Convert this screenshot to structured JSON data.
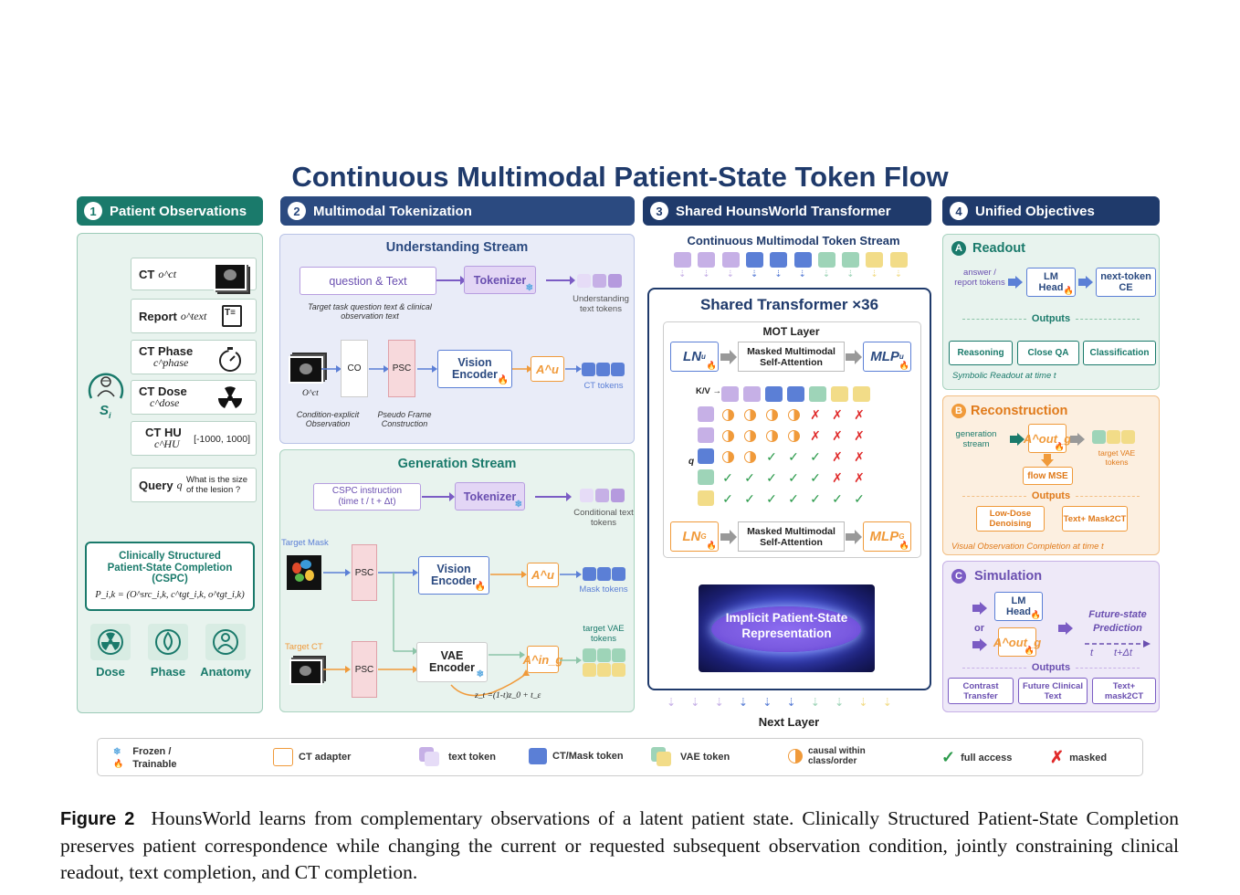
{
  "title": "Continuous Multimodal Patient-State Token Flow",
  "sections": [
    {
      "num": "1",
      "label": "Patient Observations"
    },
    {
      "num": "2",
      "label": "Multimodal Tokenization"
    },
    {
      "num": "3",
      "label": "Shared HounsWorld Transformer"
    },
    {
      "num": "4",
      "label": "Unified Objectives"
    }
  ],
  "observations": {
    "subject": "S",
    "subject_sub": "i",
    "cards": [
      {
        "label": "CT",
        "sub": "o^ct"
      },
      {
        "label": "Report",
        "sub": "o^text"
      },
      {
        "label": "CT Phase",
        "sub": "c^phase"
      },
      {
        "label": "CT Dose",
        "sub": "c^dose"
      },
      {
        "label": "CT HU",
        "sub": "c^HU",
        "extra": "[-1000, 1000]"
      },
      {
        "label": "Query",
        "sub": "q",
        "extra": "What is the size of the lesion ?"
      }
    ],
    "cspc_title": "Clinically Structured Patient-State Completion (CSPC)",
    "cspc_formula": "P_i,k = (O^src_i,k, c^tgt_i,k, o^tgt_i,k)",
    "bottom_icons": [
      {
        "label": "Dose",
        "icon": "radiation-icon"
      },
      {
        "label": "Phase",
        "icon": "droplet-icon"
      },
      {
        "label": "Anatomy",
        "icon": "person-icon"
      }
    ]
  },
  "tokenization": {
    "understanding": {
      "title": "Understanding Stream",
      "question_box": "question & Text",
      "question_note": "Target task question text & clinical observation text",
      "tokenizer": "Tokenizer",
      "text_tokens_label": "Understanding text tokens",
      "ct_input": "O^ct",
      "ct_caption": "Condition-explicit Observation",
      "co": "CO",
      "psc": "PSC",
      "psc_caption": "Pseudo Frame Construction",
      "vision_encoder": "Vision Encoder",
      "adapter": "A^u",
      "ct_tokens_label": "CT tokens"
    },
    "generation": {
      "title": "Generation Stream",
      "cspc_instruction": "CSPC instruction (time t / t + Δt)",
      "tokenizer": "Tokenizer",
      "cond_tokens_label": "Conditional text tokens",
      "target_mask": "Target Mask",
      "psc": "PSC",
      "vision_encoder": "Vision Encoder",
      "adapter_u": "A^u",
      "mask_tokens_label": "Mask tokens",
      "target_ct": "Target CT",
      "vae_encoder": "VAE Encoder",
      "adapter_g": "A^in_g",
      "vae_tokens_label": "target VAE tokens",
      "flow_formula": "z_t =(1-t)z_0 + t_ε"
    }
  },
  "transformer": {
    "stream_title": "Continuous Multimodal Token Stream",
    "box_title": "Shared Transformer ×36",
    "mot_layer": "MOT Layer",
    "ln_u": "LN",
    "ln_u_sub": "u",
    "attn": "Masked Multimodal Self-Attention",
    "mlp_u": "MLP",
    "mlp_u_sub": "u",
    "kv": "K/V",
    "q": "q",
    "ln_g": "LN",
    "ln_g_sub": "G",
    "mlp_g": "MLP",
    "mlp_g_sub": "G",
    "latent": "Implicit Patient-State Representation",
    "next_layer": "Next Layer",
    "mask_rows": [
      [
        "half",
        "half",
        "half",
        "half",
        "x",
        "x",
        "x"
      ],
      [
        "half",
        "half",
        "half",
        "half",
        "x",
        "x",
        "x"
      ],
      [
        "half",
        "half",
        "check",
        "check",
        "check",
        "x",
        "x"
      ],
      [
        "check",
        "check",
        "check",
        "check",
        "check",
        "x",
        "x"
      ],
      [
        "check",
        "check",
        "check",
        "check",
        "check",
        "check",
        "check"
      ]
    ]
  },
  "objectives": {
    "readout": {
      "letter": "A",
      "title": "Readout",
      "input": "answer / report tokens",
      "head": "LM Head",
      "loss": "next-token CE",
      "outputs_label": "Outputs",
      "outputs": [
        "Reasoning",
        "Close QA",
        "Classification"
      ],
      "note": "Symbolic Readout at time t"
    },
    "reconstruction": {
      "letter": "B",
      "title": "Reconstruction",
      "input": "generation stream",
      "adapter": "A^out_g",
      "tokens_label": "target VAE tokens",
      "loss": "flow MSE",
      "outputs_label": "Outputs",
      "outputs": [
        "Low-Dose Denoising",
        "Text+ Mask2CT"
      ],
      "note": "Visual Observation Completion at time t"
    },
    "simulation": {
      "letter": "C",
      "title": "Simulation",
      "head": "LM Head",
      "or": "or",
      "adapter": "A^out_g",
      "future": "Future-state Prediction",
      "t": "t",
      "t2": "t+Δt",
      "outputs_label": "Outputs",
      "outputs": [
        "Contrast Transfer",
        "Future Clinical Text",
        "Text+ mask2CT"
      ]
    }
  },
  "legend": [
    {
      "label": "Frozen / Trainable",
      "icon": "frozen-trainable-icon"
    },
    {
      "label": "CT adapter",
      "icon": "adapter-swatch"
    },
    {
      "label": "text token",
      "icon": "text-token-swatch"
    },
    {
      "label": "CT/Mask token",
      "icon": "ct-token-swatch"
    },
    {
      "label": "VAE token",
      "icon": "vae-token-swatch"
    },
    {
      "label": "causal within class/order",
      "icon": "half-circle-icon"
    },
    {
      "label": "full access",
      "icon": "check-icon"
    },
    {
      "label": "masked",
      "icon": "cross-icon"
    }
  ],
  "caption": {
    "figure": "Figure 2",
    "text": "HounsWorld learns from complementary observations of a latent patient state. Clinically Structured Patient-State Completion preserves patient correspondence while changing the current or requested subsequent observation condition, jointly constraining clinical readout, text completion, and CT completion."
  },
  "colors": {
    "teal": "#1a7a6b",
    "navy": "#2b4a80",
    "dark_navy": "#1f3a6b",
    "purple_token": "#c6b0e6",
    "blue_token": "#5b7fd6",
    "green_token": "#9ed4b8",
    "yellow_token": "#f2dc88",
    "orange": "#f09a3a"
  }
}
